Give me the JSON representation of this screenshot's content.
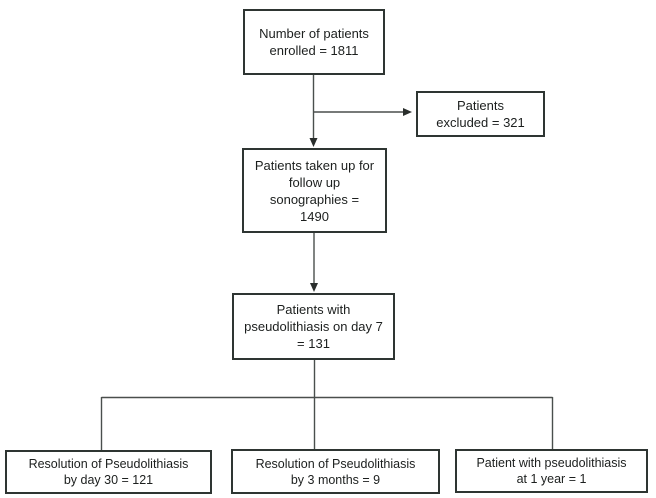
{
  "flowchart": {
    "boxes": [
      {
        "id": "enrolled",
        "text": "Number of  patients\nenrolled = 1811"
      },
      {
        "id": "excluded",
        "text": "Patients\nexcluded = 321"
      },
      {
        "id": "followup",
        "text": "Patients taken up for\nfollow up\nsonographies =\n1490"
      },
      {
        "id": "day7",
        "text": "Patients with\npseudolithiasis on day 7\n= 131"
      },
      {
        "id": "day30",
        "text": "Resolution of Pseudolithiasis\nby day 30 = 121"
      },
      {
        "id": "months3",
        "text": "Resolution of Pseudolithiasis\nby 3 months = 9"
      },
      {
        "id": "year1",
        "text": "Patient with pseudolithiasis\nat 1 year = 1"
      }
    ],
    "colors": {
      "border": "#2e3532",
      "line": "#4a4f4d",
      "arrow": "#2a2e2c",
      "text": "#1c1f1e",
      "background": "#ffffff"
    }
  }
}
